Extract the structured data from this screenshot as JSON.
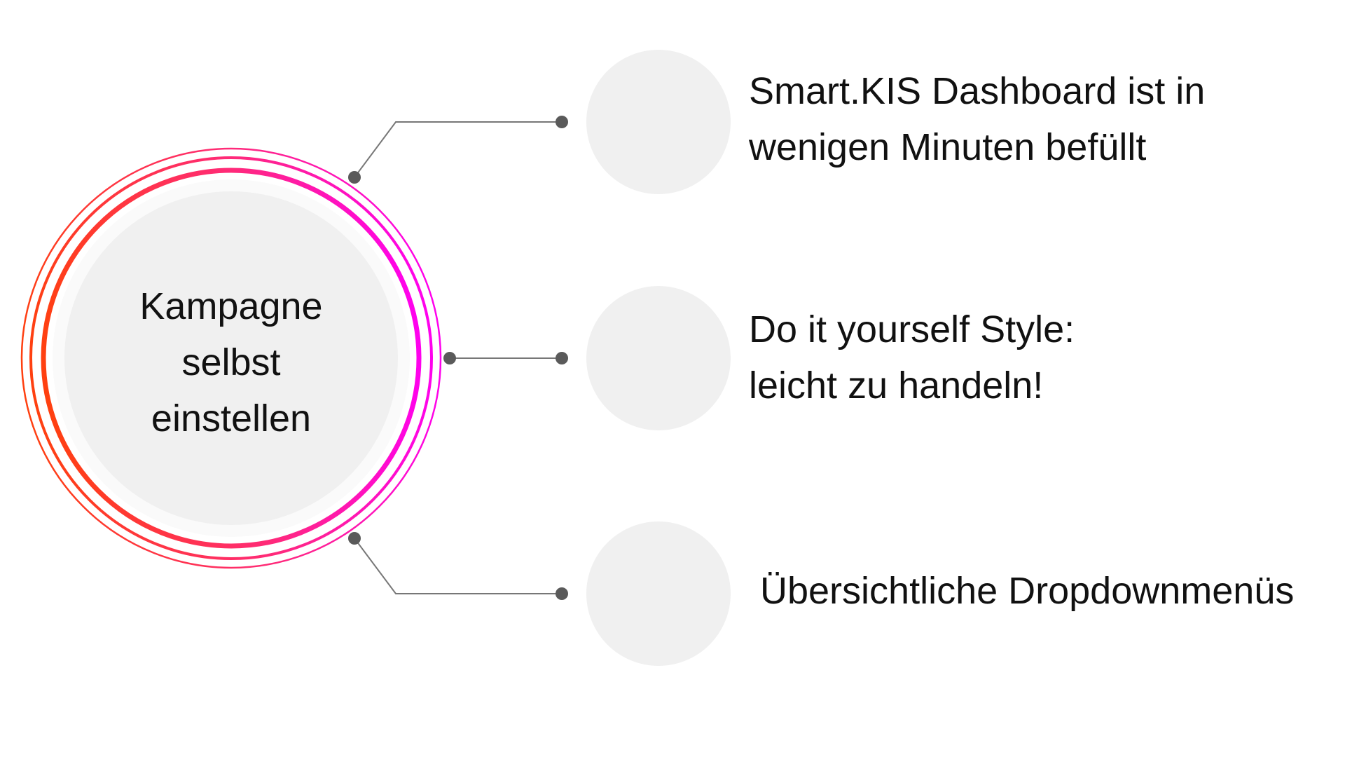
{
  "center": {
    "lines": [
      "Kampagne",
      "selbst",
      "einstellen"
    ]
  },
  "items": [
    {
      "lines": [
        "Smart.KIS Dashboard ist in",
        "wenigen Minuten befüllt"
      ]
    },
    {
      "lines": [
        "Do it yourself Style:",
        "leicht zu handeln!"
      ]
    },
    {
      "lines": [
        "Übersichtliche Dropdownmenüs"
      ]
    }
  ],
  "colors": {
    "gradient_start": "#ff4010",
    "gradient_end": "#ff00f0",
    "connector": "#666666",
    "circle_fill": "#f0f0f0"
  }
}
